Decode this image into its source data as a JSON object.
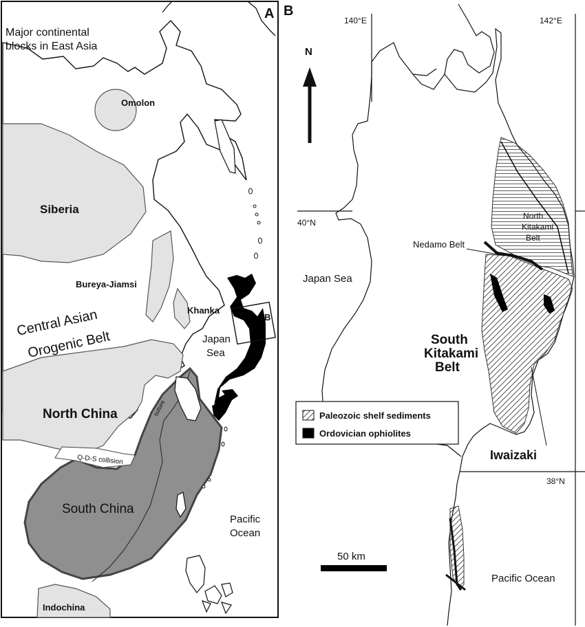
{
  "panel_a": {
    "panel_label": "A",
    "title_line1": "Major continental",
    "title_line2": "blocks in East Asia",
    "blocks": {
      "omolon": "Omolon",
      "siberia": "Siberia",
      "bureya": "Bureya-Jiamsi",
      "khanka": "Khanka",
      "central_asian_1": "Central Asian",
      "central_asian_2": "Orogenic Belt",
      "north_china": "North China",
      "south_china": "South China",
      "indochina": "Indochina"
    },
    "suture_label": "suture",
    "collision_label": "Q-D-S collision",
    "japan_sea_1": "Japan",
    "japan_sea_2": "Sea",
    "pacific_1": "Pacific",
    "pacific_2": "Ocean",
    "inset_box_label": "B",
    "colors": {
      "block_light": "#e3e3e3",
      "south_china": "#8f8f8f",
      "ophiolite": "#000000"
    }
  },
  "panel_b": {
    "panel_label": "B",
    "lon_140": "140°E",
    "lon_142": "142°E",
    "lat_40": "40°N",
    "lat_38": "38°N",
    "north_arrow": "N",
    "japan_sea": "Japan Sea",
    "north_kitakami_1": "North",
    "north_kitakami_2": "Kitakami",
    "north_kitakami_3": "Belt",
    "nedamo": "Nedamo Belt",
    "south_kitakami_1": "South",
    "south_kitakami_2": "Kitakami",
    "south_kitakami_3": "Belt",
    "iwaizaki": "Iwaizaki",
    "pacific": "Pacific Ocean",
    "scale_label": "50 km",
    "legend": {
      "shelf": "Paleozoic shelf sediments",
      "ophiolites": "Ordovician ophiolites"
    }
  }
}
